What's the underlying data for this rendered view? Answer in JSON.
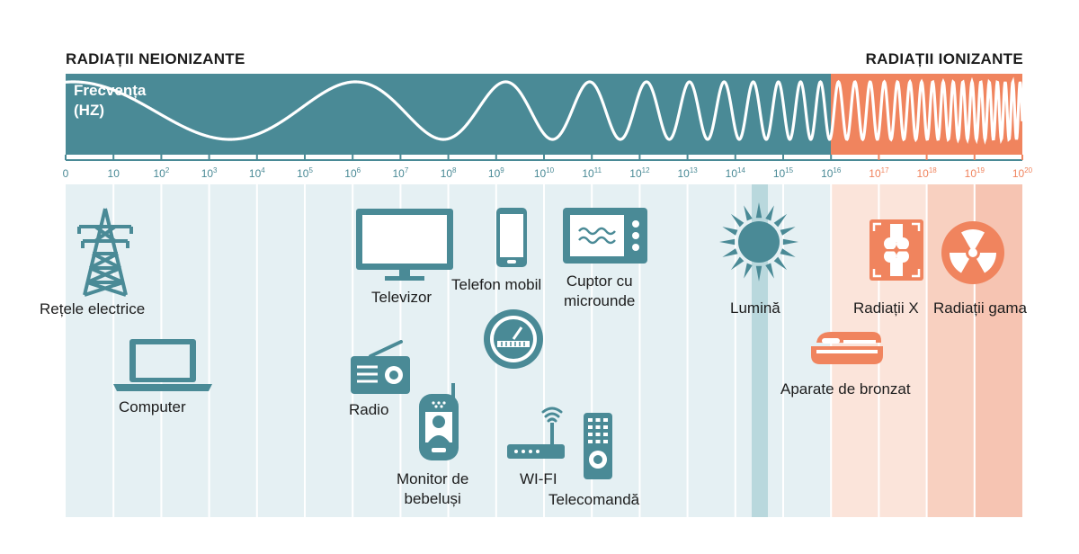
{
  "header": {
    "left_title": "RADIAȚII NEIONIZANTE",
    "right_title": "RADIAȚII IONIZANTE",
    "freq_label_line1": "Frecvența",
    "freq_label_line2": "(HZ)"
  },
  "colors": {
    "nonionizing": "#4a8a96",
    "ionizing": "#f0845e",
    "bg_light_blue": "#e5f0f3",
    "bg_light_orange": "#fadfd5",
    "icon_teal": "#4a8a96",
    "icon_orange": "#f0845e"
  },
  "axis": {
    "ticks": [
      {
        "base": "0",
        "exp": ""
      },
      {
        "base": "10",
        "exp": ""
      },
      {
        "base": "10",
        "exp": "2"
      },
      {
        "base": "10",
        "exp": "3"
      },
      {
        "base": "10",
        "exp": "4"
      },
      {
        "base": "10",
        "exp": "5"
      },
      {
        "base": "10",
        "exp": "6"
      },
      {
        "base": "10",
        "exp": "7"
      },
      {
        "base": "10",
        "exp": "8"
      },
      {
        "base": "10",
        "exp": "9"
      },
      {
        "base": "10",
        "exp": "10"
      },
      {
        "base": "10",
        "exp": "11"
      },
      {
        "base": "10",
        "exp": "12"
      },
      {
        "base": "10",
        "exp": "13"
      },
      {
        "base": "10",
        "exp": "14"
      },
      {
        "base": "10",
        "exp": "15"
      },
      {
        "base": "10",
        "exp": "16"
      },
      {
        "base": "10",
        "exp": "17"
      },
      {
        "base": "10",
        "exp": "18"
      },
      {
        "base": "10",
        "exp": "19"
      },
      {
        "base": "10",
        "exp": "20"
      }
    ]
  },
  "items": {
    "power_lines": "Rețele electrice",
    "computer": "Computer",
    "tv": "Televizor",
    "phone": "Telefon mobil",
    "microwave_line1": "Cuptor cu",
    "microwave_line2": "microunde",
    "radio": "Radio",
    "baby_monitor_line1": "Monitor de",
    "baby_monitor_line2": "bebeluși",
    "wifi": "WI-FI",
    "remote": "Telecomandă",
    "light": "Lumină",
    "tanning": "Aparate de bronzat",
    "xray": "Radiații X",
    "gamma": "Radiații gama"
  }
}
